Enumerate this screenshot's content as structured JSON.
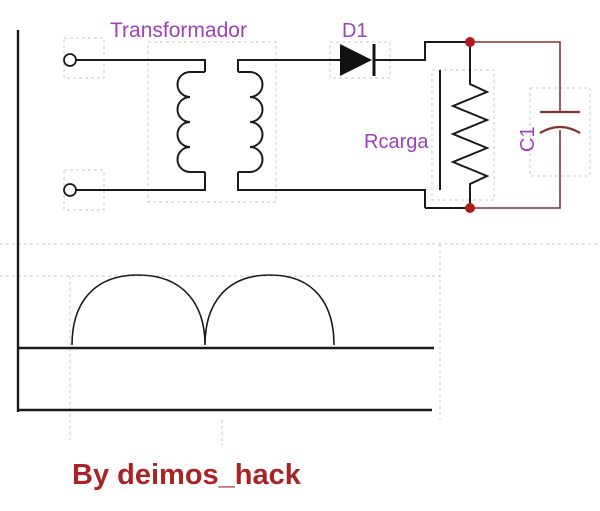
{
  "diagram": {
    "labels": {
      "transformer": "Transformador",
      "diode": "D1",
      "load": "Rcarga",
      "capacitor": "C1"
    },
    "credit": "By deimos_hack",
    "colors": {
      "label": "#a040b8",
      "credit": "#a82424",
      "wire": "#1a1a1a",
      "cap_wire": "#8b3030",
      "node": "#b01c1c",
      "grid": "#c8c8c8"
    }
  }
}
